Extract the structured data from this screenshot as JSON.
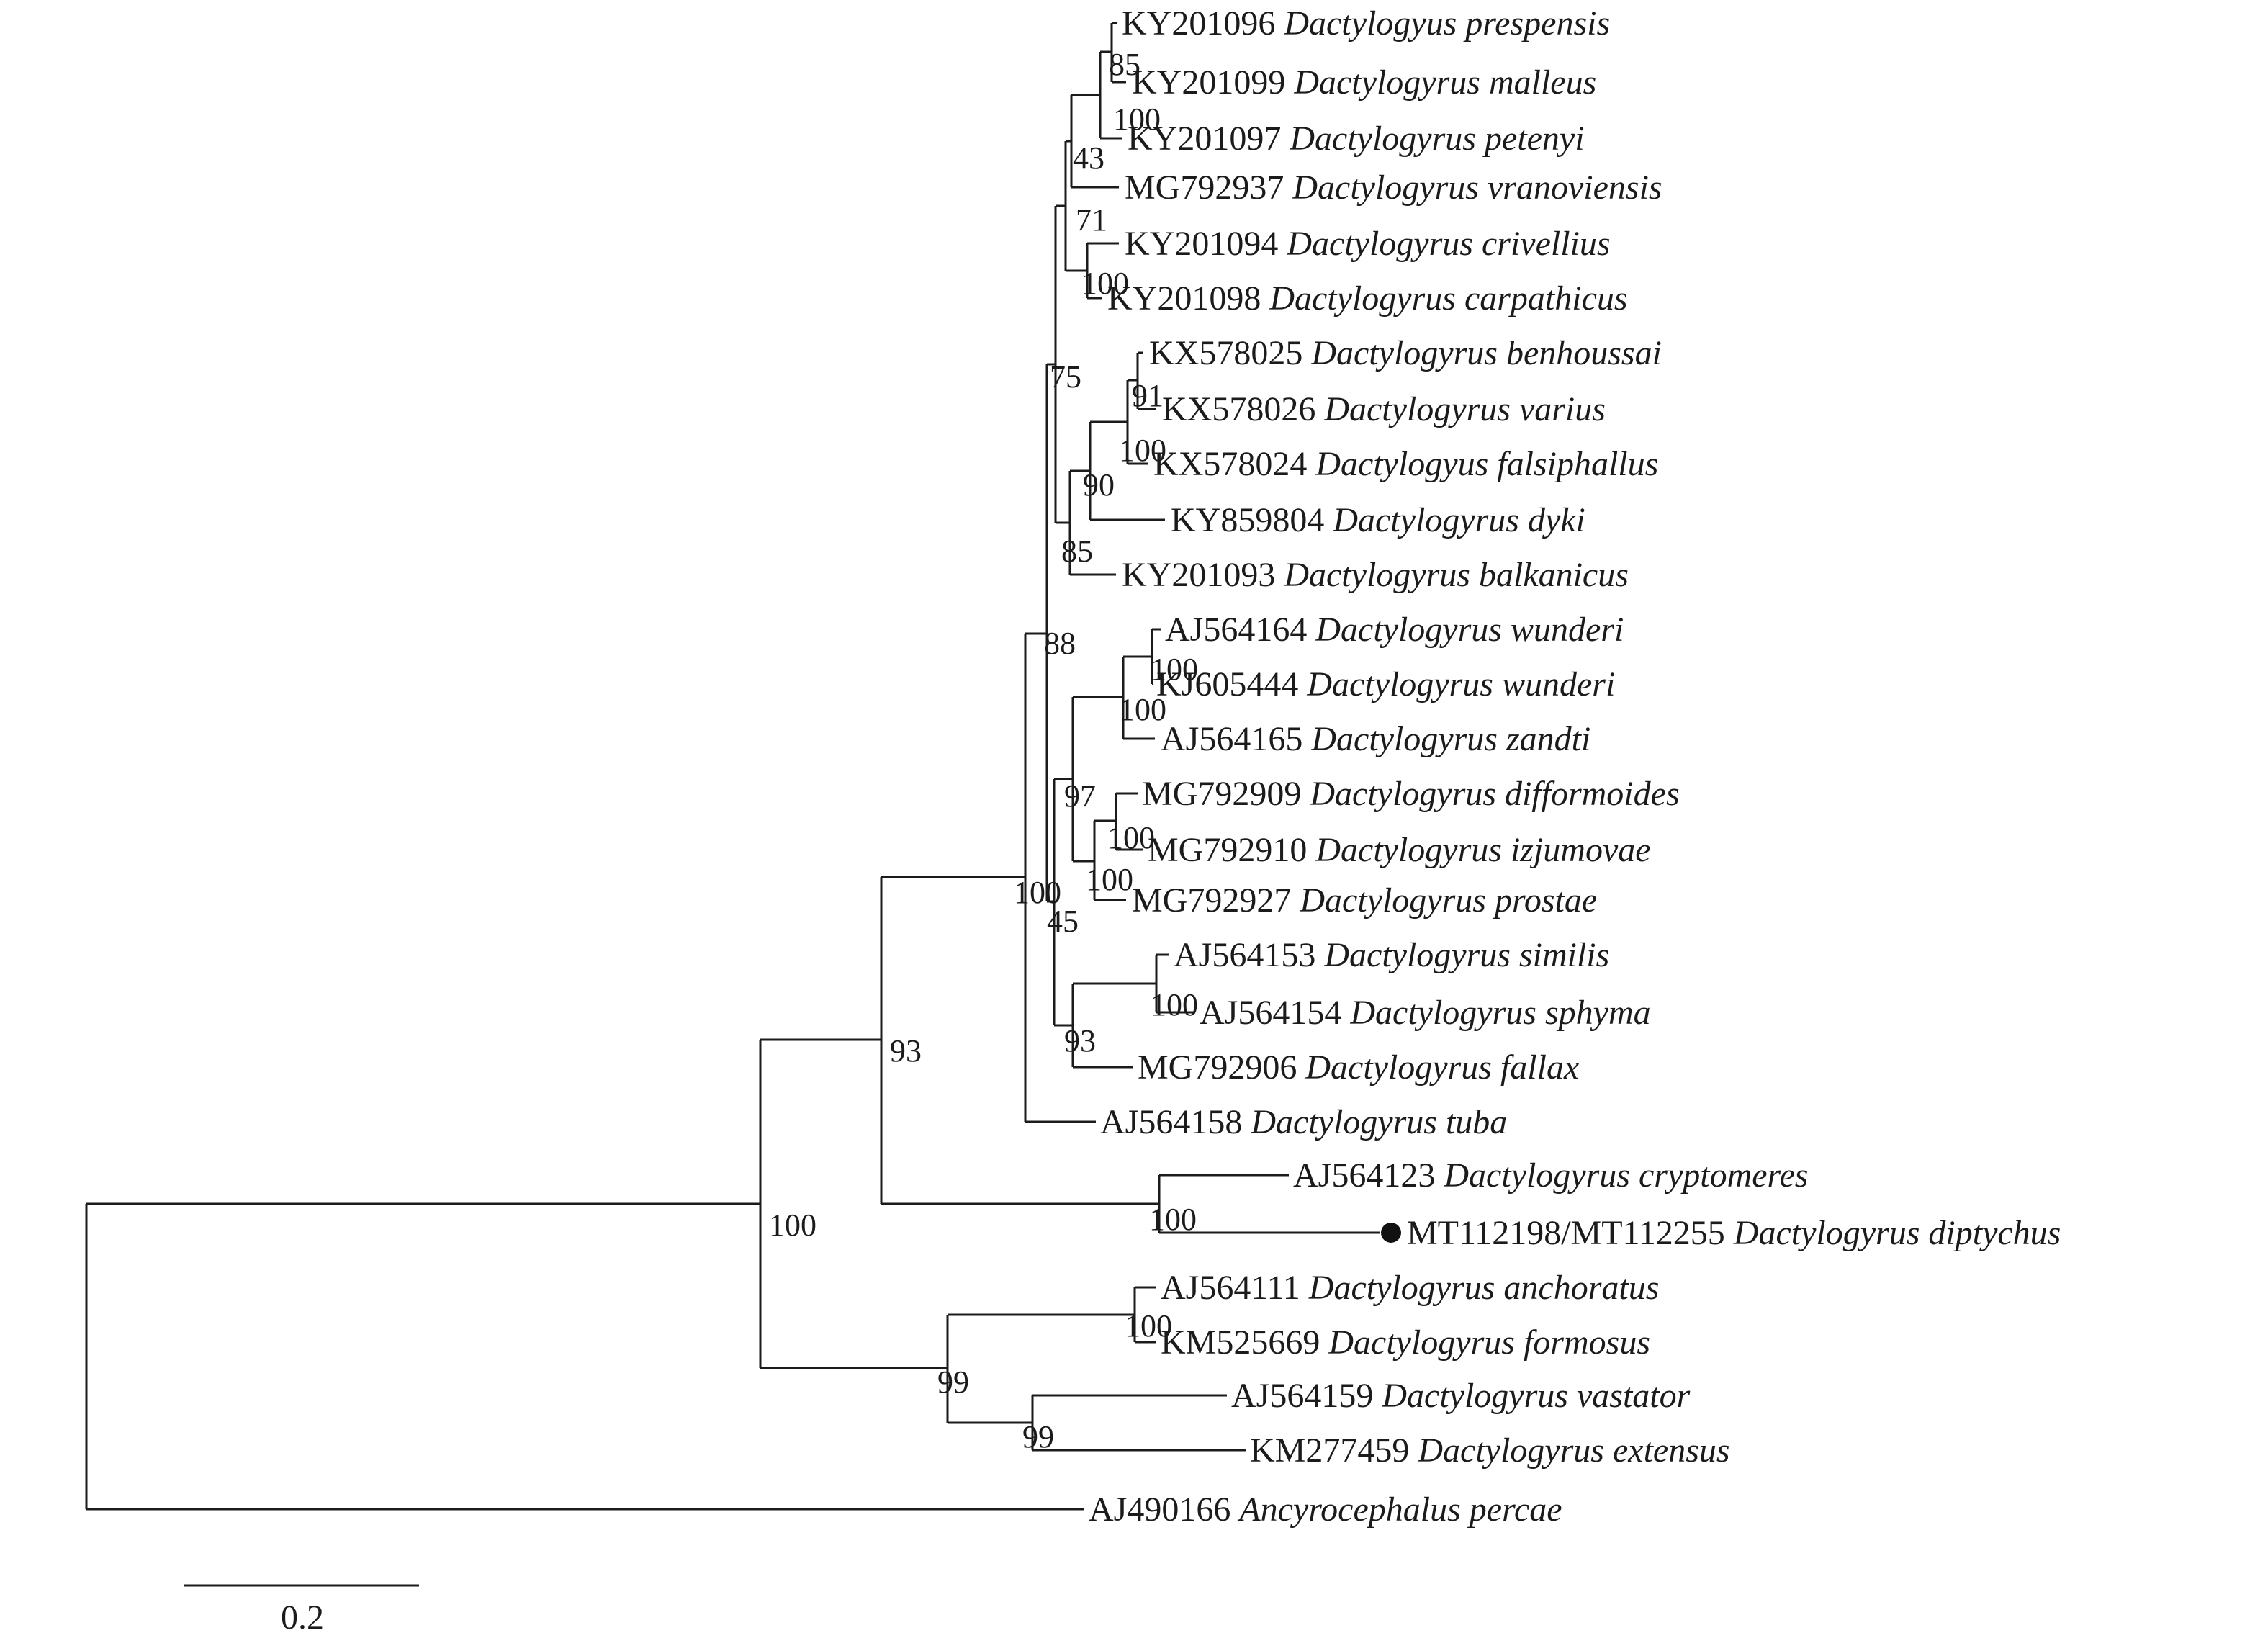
{
  "figure": {
    "kind": "phylogenetic-tree",
    "background": "#ffffff",
    "line_color": "#1b1b1b",
    "highlight_marker": "filled-circle"
  },
  "scale_bar": {
    "label": "0.2"
  },
  "taxa": [
    {
      "accession": "KY201096",
      "species": "Dactylogyus prespensis"
    },
    {
      "accession": "KY201099",
      "species": "Dactylogyrus malleus"
    },
    {
      "accession": "KY201097",
      "species": "Dactylogyrus petenyi"
    },
    {
      "accession": "MG792937",
      "species": "Dactylogyrus vranoviensis"
    },
    {
      "accession": "KY201094",
      "species": "Dactylogyrus crivellius"
    },
    {
      "accession": "KY201098",
      "species": "Dactylogyrus carpathicus"
    },
    {
      "accession": "KX578025",
      "species": "Dactylogyrus benhoussai"
    },
    {
      "accession": "KX578026",
      "species": "Dactylogyrus varius"
    },
    {
      "accession": "KX578024",
      "species": "Dactylogyus falsiphallus"
    },
    {
      "accession": "KY859804",
      "species": "Dactylogyrus dyki"
    },
    {
      "accession": "KY201093",
      "species": "Dactylogyrus balkanicus"
    },
    {
      "accession": "AJ564164",
      "species": "Dactylogyrus wunderi"
    },
    {
      "accession": "KJ605444",
      "species": "Dactylogyrus wunderi"
    },
    {
      "accession": "AJ564165",
      "species": "Dactylogyrus zandti"
    },
    {
      "accession": "MG792909",
      "species": "Dactylogyrus difformoides"
    },
    {
      "accession": "MG792910",
      "species": "Dactylogyrus izjumovae"
    },
    {
      "accession": "MG792927",
      "species": "Dactylogyrus prostae"
    },
    {
      "accession": "AJ564153",
      "species": "Dactylogyrus similis"
    },
    {
      "accession": "AJ564154",
      "species": "Dactylogyrus sphyma"
    },
    {
      "accession": "MG792906",
      "species": "Dactylogyrus fallax"
    },
    {
      "accession": "AJ564158",
      "species": "Dactylogyrus tuba"
    },
    {
      "accession": "AJ564123",
      "species": "Dactylogyrus cryptomeres"
    },
    {
      "accession": "MT112198/MT112255",
      "species": "Dactylogyrus diptychus",
      "marked": true
    },
    {
      "accession": "AJ564111",
      "species": "Dactylogyrus anchoratus"
    },
    {
      "accession": "KM525669",
      "species": "Dactylogyrus formosus"
    },
    {
      "accession": "AJ564159",
      "species": "Dactylogyrus vastator"
    },
    {
      "accession": "KM277459",
      "species": "Dactylogyrus extensus"
    },
    {
      "accession": "AJ490166",
      "species": "Ancyrocephalus percae"
    }
  ],
  "supports": [
    "85",
    "100",
    "43",
    "71",
    "100",
    "75",
    "91",
    "100",
    "90",
    "85",
    "88",
    "100",
    "100",
    "97",
    "100",
    "100",
    "100",
    "45",
    "100",
    "93",
    "93",
    "100",
    "100",
    "100",
    "99",
    "99"
  ],
  "tree": {
    "newick": "(((((((((KY201096,KY201099)85,KY201097)100,MG792937)43,(KY201094,KY201098)100)71,((((KX578025,KX578026)91,KX578024)100,KY859804)90,KY201093)85)75,((((AJ564164,KJ605444)100,AJ564165)100,((MG792909,MG792910)100,MG792927)100)97,((AJ564153,AJ564154)100,MG792906)93)45)88,AJ564158)100,(AJ564123,MT112198/MT112255)100)93,((AJ564111,KM525669)100,(AJ564159,KM277459)99)99)100,AJ490166);"
  }
}
